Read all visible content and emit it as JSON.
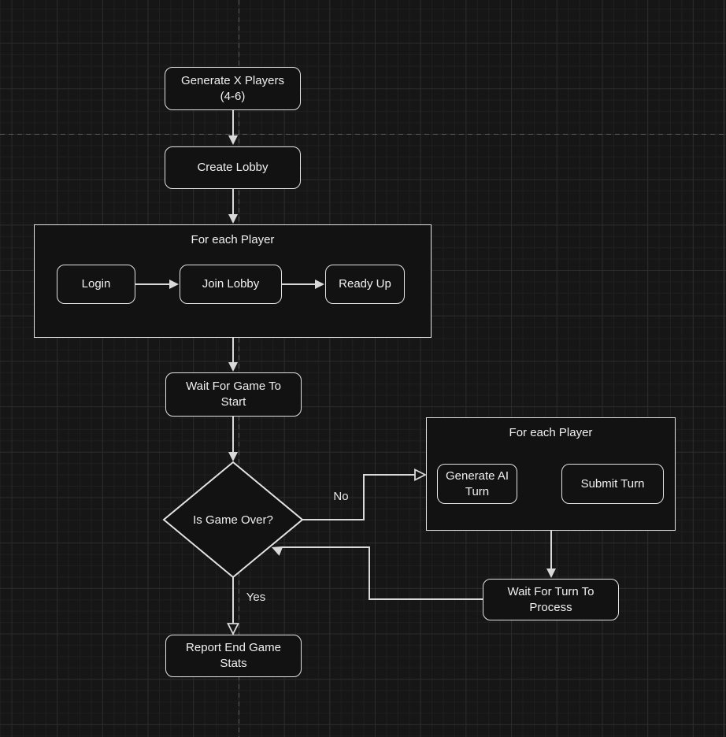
{
  "canvas": {
    "background_color": "#161616",
    "grid_minor_color": "#1f1f1f",
    "grid_major_color": "#2b2b2b",
    "page_boundary_color": "#5c5c5c",
    "shape_fill_color": "#121212",
    "shape_stroke_color": "#e2e2e2",
    "connector_color": "#d9d9d9",
    "text_color": "#f0f0f0"
  },
  "nodes": {
    "generate_players": {
      "label": "Generate X Players\n(4-6)",
      "type": "rounded"
    },
    "create_lobby": {
      "label": "Create Lobby",
      "type": "rounded"
    },
    "lobby_loop": {
      "label": "For each Player",
      "type": "container"
    },
    "login": {
      "label": "Login",
      "type": "rounded"
    },
    "join_lobby": {
      "label": "Join Lobby",
      "type": "rounded"
    },
    "ready_up": {
      "label": "Ready Up",
      "type": "rounded"
    },
    "wait_game_start": {
      "label": "Wait For Game To\nStart",
      "type": "rounded"
    },
    "is_game_over": {
      "label": "Is Game Over?",
      "type": "decision"
    },
    "turn_loop": {
      "label": "For each Player",
      "type": "container"
    },
    "generate_ai_turn": {
      "label": "Generate AI\nTurn",
      "type": "rounded"
    },
    "submit_turn": {
      "label": "Submit Turn",
      "type": "rounded"
    },
    "wait_turn_process": {
      "label": "Wait For Turn To\nProcess",
      "type": "rounded"
    },
    "report_stats": {
      "label": "Report End Game\nStats",
      "type": "rounded"
    }
  },
  "edges": {
    "no_label": "No",
    "yes_label": "Yes",
    "connections": [
      {
        "from": "generate_players",
        "to": "create_lobby",
        "label": "",
        "head": "filled"
      },
      {
        "from": "create_lobby",
        "to": "lobby_loop",
        "label": "",
        "head": "filled"
      },
      {
        "from": "login",
        "to": "join_lobby",
        "label": "",
        "head": "filled"
      },
      {
        "from": "join_lobby",
        "to": "ready_up",
        "label": "",
        "head": "filled"
      },
      {
        "from": "lobby_loop",
        "to": "wait_game_start",
        "label": "",
        "head": "filled"
      },
      {
        "from": "wait_game_start",
        "to": "is_game_over",
        "label": "",
        "head": "filled"
      },
      {
        "from": "is_game_over",
        "to": "turn_loop",
        "label": "No",
        "head": "hollow"
      },
      {
        "from": "turn_loop",
        "to": "wait_turn_process",
        "label": "",
        "head": "filled"
      },
      {
        "from": "wait_turn_process",
        "to": "is_game_over",
        "label": "",
        "head": "filled"
      },
      {
        "from": "is_game_over",
        "to": "report_stats",
        "label": "Yes",
        "head": "hollow"
      },
      {
        "from": "generate_ai_turn",
        "to": "submit_turn",
        "label": "",
        "head": "filled"
      }
    ]
  }
}
